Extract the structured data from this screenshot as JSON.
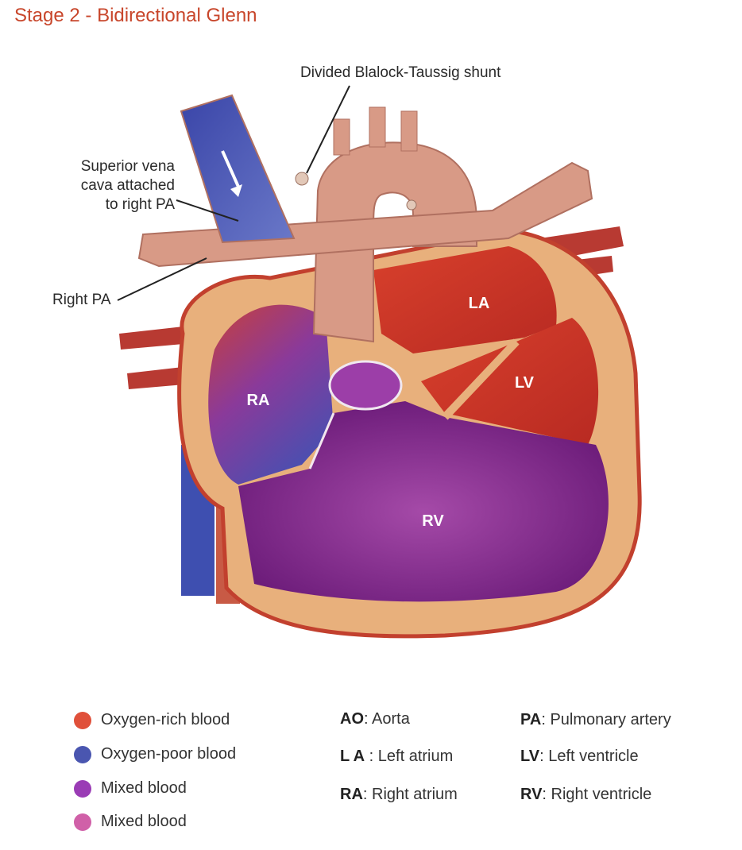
{
  "title": "Stage 2 - Bidirectional Glenn",
  "callouts": {
    "shunt": "Divided Blalock-Taussig shunt",
    "svc_line1": "Superior vena",
    "svc_line2": "cava attached",
    "svc_line3": "to right PA",
    "right_pa": "Right PA"
  },
  "chambers": {
    "ra": "RA",
    "la": "LA",
    "lv": "LV",
    "rv": "RV"
  },
  "legend": [
    {
      "label": "Oxygen-rich blood",
      "color": "#e0503a"
    },
    {
      "label": "Oxygen-poor blood",
      "color": "#4a56b0"
    },
    {
      "label": "Mixed blood",
      "color": "#9a3cb5"
    },
    {
      "label": "Mixed blood",
      "color": "#d060a8"
    }
  ],
  "abbreviations": [
    {
      "abbr": "AO",
      "sep": ": ",
      "text": "Aorta"
    },
    {
      "abbr": "L A",
      "sep": " : ",
      "text": "Left atrium"
    },
    {
      "abbr": "RA",
      "sep": ": ",
      "text": "Right atrium"
    },
    {
      "abbr": "PA",
      "sep": ": ",
      "text": "Pulmonary artery"
    },
    {
      "abbr": "LV",
      "sep": ": ",
      "text": "Left ventricle"
    },
    {
      "abbr": "RV",
      "sep": ": ",
      "text": "Right ventricle"
    }
  ]
}
